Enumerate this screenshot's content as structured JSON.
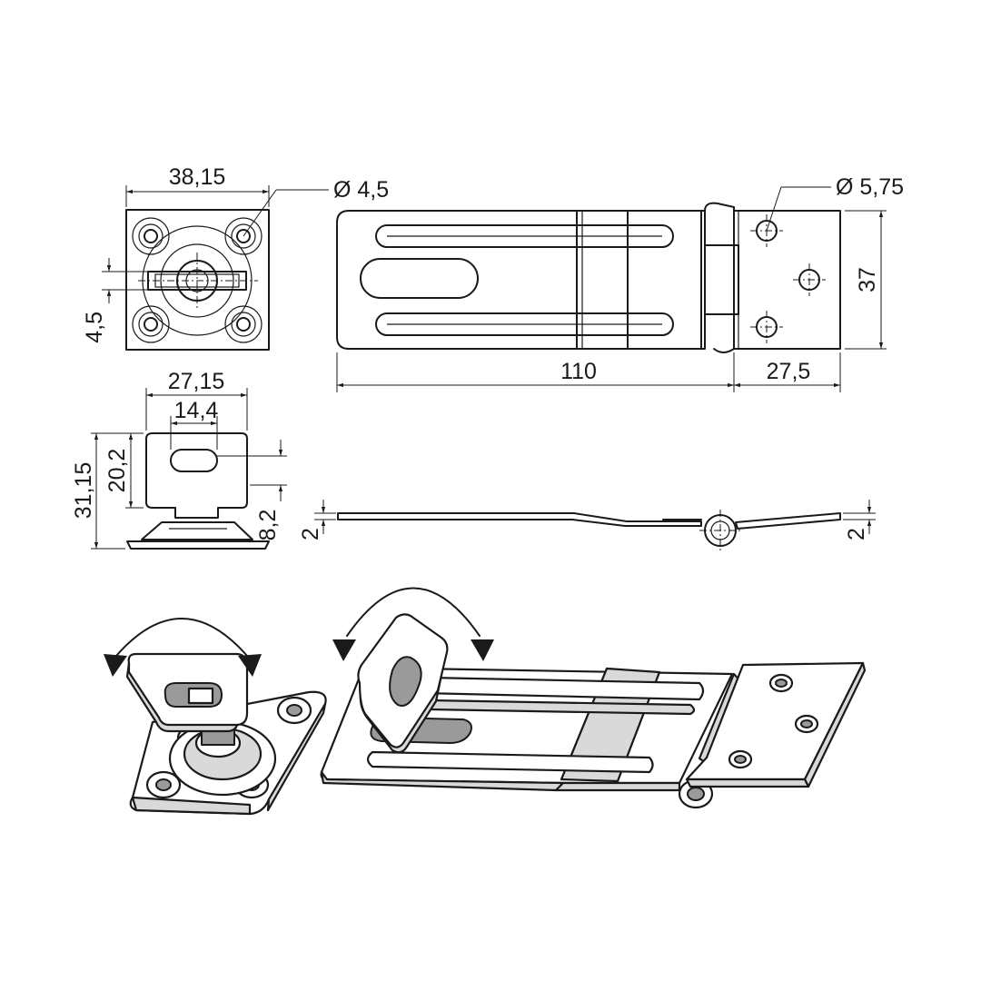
{
  "dimensions": {
    "staple_width": "38,15",
    "staple_hole": "Ø 4,5",
    "staple_slot_height": "4,5",
    "staple_side_width": "27,15",
    "staple_inner_width": "14,4",
    "staple_total_height": "31,15",
    "staple_upper_height": "20,2",
    "staple_slot_offset": "8,2",
    "hasp_hole": "Ø 5,75",
    "hasp_height": "37",
    "hasp_length": "110",
    "hinge_plate_length": "27,5",
    "thickness_left": "2",
    "thickness_right": "2"
  },
  "colors": {
    "line": "#1a1a1a",
    "background": "#ffffff",
    "shade_light": "#d9d9d9",
    "shade_dark": "#9a9a9a"
  },
  "icons": {
    "rotate_left": "rotation-arrow-icon",
    "rotate_right": "rotation-arrow-icon"
  }
}
